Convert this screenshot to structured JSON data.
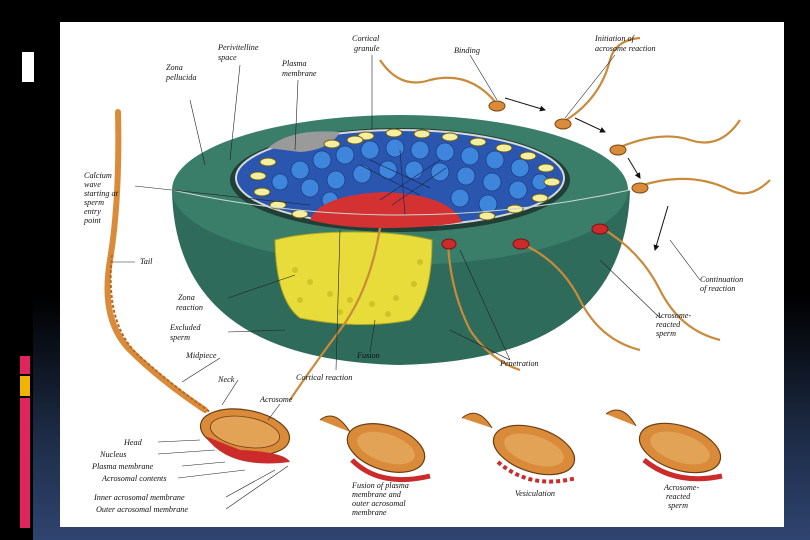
{
  "labels": {
    "zona_pellucida_1": "Zona",
    "zona_pellucida_2": "pellucida",
    "perivitelline_1": "Perivitelline",
    "perivitelline_2": "space",
    "plasma_membrane_1": "Plasma",
    "plasma_membrane_2": "membrane",
    "cortical_granule_1": "Cortical",
    "cortical_granule_2": "granule",
    "binding": "Binding",
    "initiation_1": "Initiation of",
    "initiation_2": "acrosome reaction",
    "calcium_1": "Calcium",
    "calcium_2": "wave",
    "calcium_3": "starting at",
    "calcium_4": "sperm",
    "calcium_5": "entry",
    "calcium_6": "point",
    "tail": "Tail",
    "zona_reaction_1": "Zona",
    "zona_reaction_2": "reaction",
    "excluded_1": "Excluded",
    "excluded_2": "sperm",
    "midpiece": "Midpiece",
    "neck": "Neck",
    "acrosome": "Acrosome",
    "fusion": "Fusion",
    "cortical_reaction": "Cortical reaction",
    "penetration": "Penetration",
    "continuation_1": "Continuation",
    "continuation_2": "of reaction",
    "acrosome_reacted_1": "Acrosome-",
    "acrosome_reacted_2": "reacted",
    "acrosome_reacted_3": "sperm",
    "head": "Head",
    "nucleus": "Nucleus",
    "plasma_membrane_low": "Plasma membrane",
    "acrosomal_contents": "Acrosomal contents",
    "inner_acrosomal": "Inner acrosomal membrane",
    "outer_acrosomal": "Outer acrosomal membrane",
    "fusion_membranes_1": "Fusion of plasma",
    "fusion_membranes_2": "membrane and",
    "fusion_membranes_3": "outer acrosomal",
    "fusion_membranes_4": "membrane",
    "vesiculation": "Vesiculation",
    "reacted_sperm_1": "Acrosome-",
    "reacted_sperm_2": "reacted",
    "reacted_sperm_3": "sperm"
  },
  "colors": {
    "zona": "#2f6b5a",
    "zona_dark": "#24564a",
    "cytoplasm": "#2a56b0",
    "granule": "#2f7fd8",
    "fusion_zone": "#d43232",
    "yellow": "#e8dc3a",
    "sperm": "#d98b3a",
    "acrosome_red": "#cc2b2b",
    "accent_pink": "#e0245e",
    "accent_gold": "#f0b400"
  }
}
